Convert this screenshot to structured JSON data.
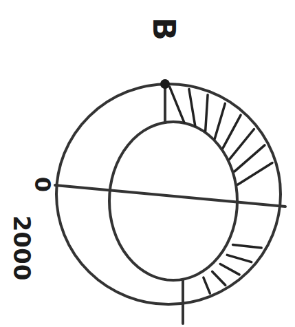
{
  "diagram": {
    "labels": [
      "B",
      "0",
      "2000"
    ]
  }
}
